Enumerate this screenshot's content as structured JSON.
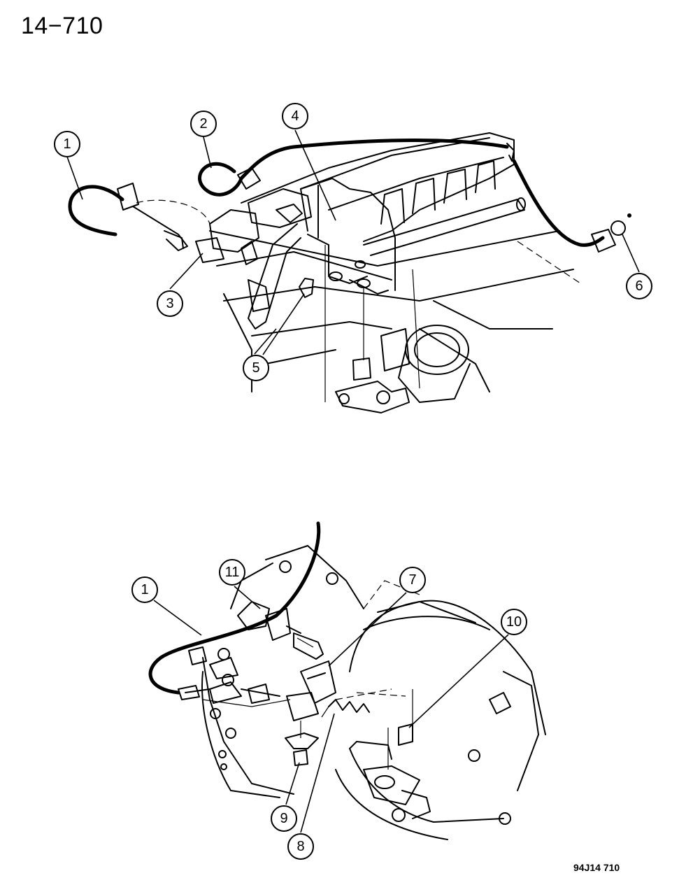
{
  "header": {
    "page_number": "14−710"
  },
  "footer": {
    "figure_code": "94J14 710"
  },
  "callouts": {
    "top": [
      {
        "id": "1",
        "label": "1"
      },
      {
        "id": "2",
        "label": "2"
      },
      {
        "id": "3",
        "label": "3"
      },
      {
        "id": "4",
        "label": "4"
      },
      {
        "id": "5",
        "label": "5"
      },
      {
        "id": "6",
        "label": "6"
      }
    ],
    "bottom": [
      {
        "id": "1",
        "label": "1"
      },
      {
        "id": "11",
        "label": "11"
      },
      {
        "id": "7",
        "label": "7"
      },
      {
        "id": "10",
        "label": "10"
      },
      {
        "id": "9",
        "label": "9"
      },
      {
        "id": "8",
        "label": "8"
      }
    ]
  }
}
